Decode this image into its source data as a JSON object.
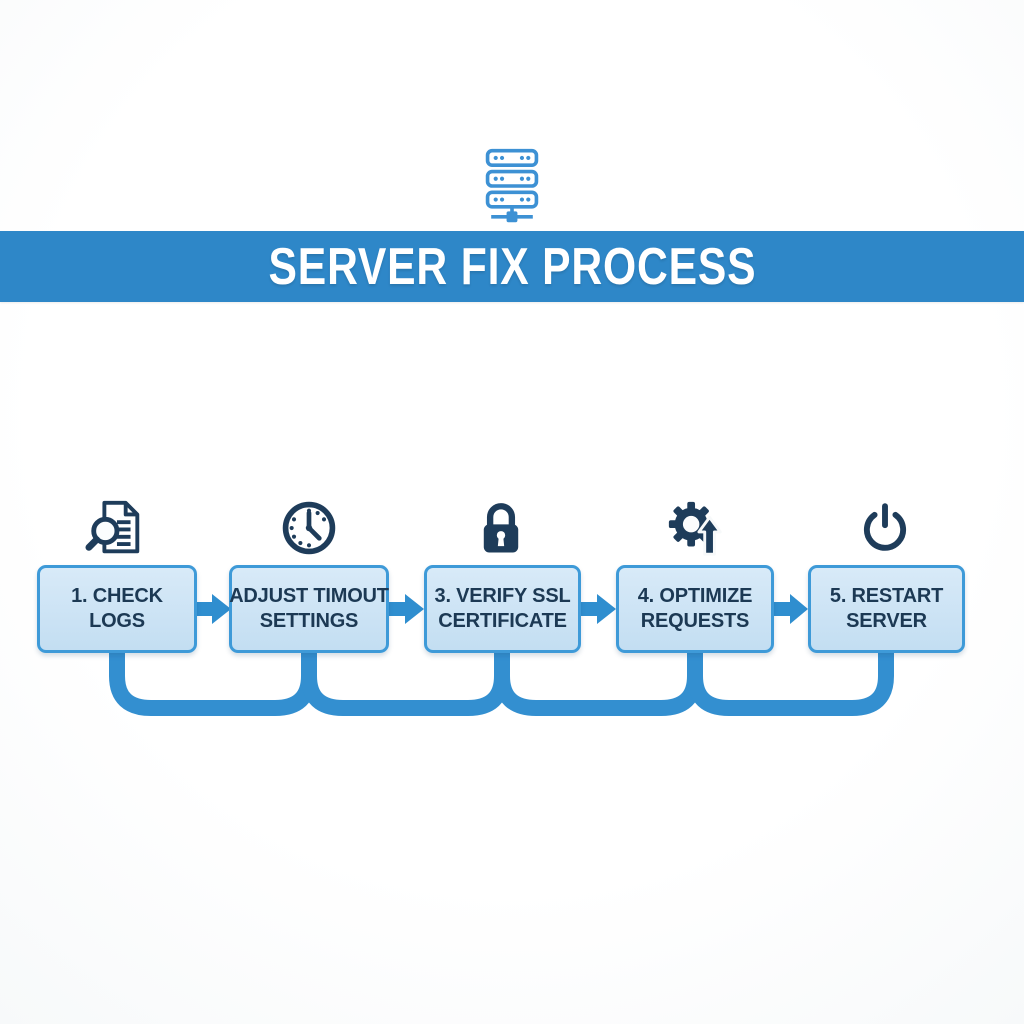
{
  "title": "SERVER FIX PROCESS",
  "steps": [
    {
      "line1": "1. CHECK",
      "line2": "LOGS",
      "icon": "magnifier-document-icon"
    },
    {
      "line1": "ADJUST TIMOUT",
      "line2": "SETTINGS",
      "icon": "clock-icon"
    },
    {
      "line1": "3. VERIFY SSL",
      "line2": "CERTIFICATE",
      "icon": "lock-icon"
    },
    {
      "line1": "4. OPTIMIZE",
      "line2": "REQUESTS",
      "icon": "gear-upgrade-icon"
    },
    {
      "line1": "5. RESTART",
      "line2": "SERVER",
      "icon": "power-icon"
    }
  ],
  "header_icon": "server-rack-icon",
  "colors": {
    "banner_blue": "#2e87c8",
    "box_fill": "#cbe3f4",
    "box_border": "#3e9ad8",
    "arrow_blue": "#2f8ecf",
    "connector_blue": "#338fd0",
    "icon_navy": "#1e3c5a",
    "text_navy": "#1c3954",
    "server_icon_blue": "#3d91d4"
  }
}
